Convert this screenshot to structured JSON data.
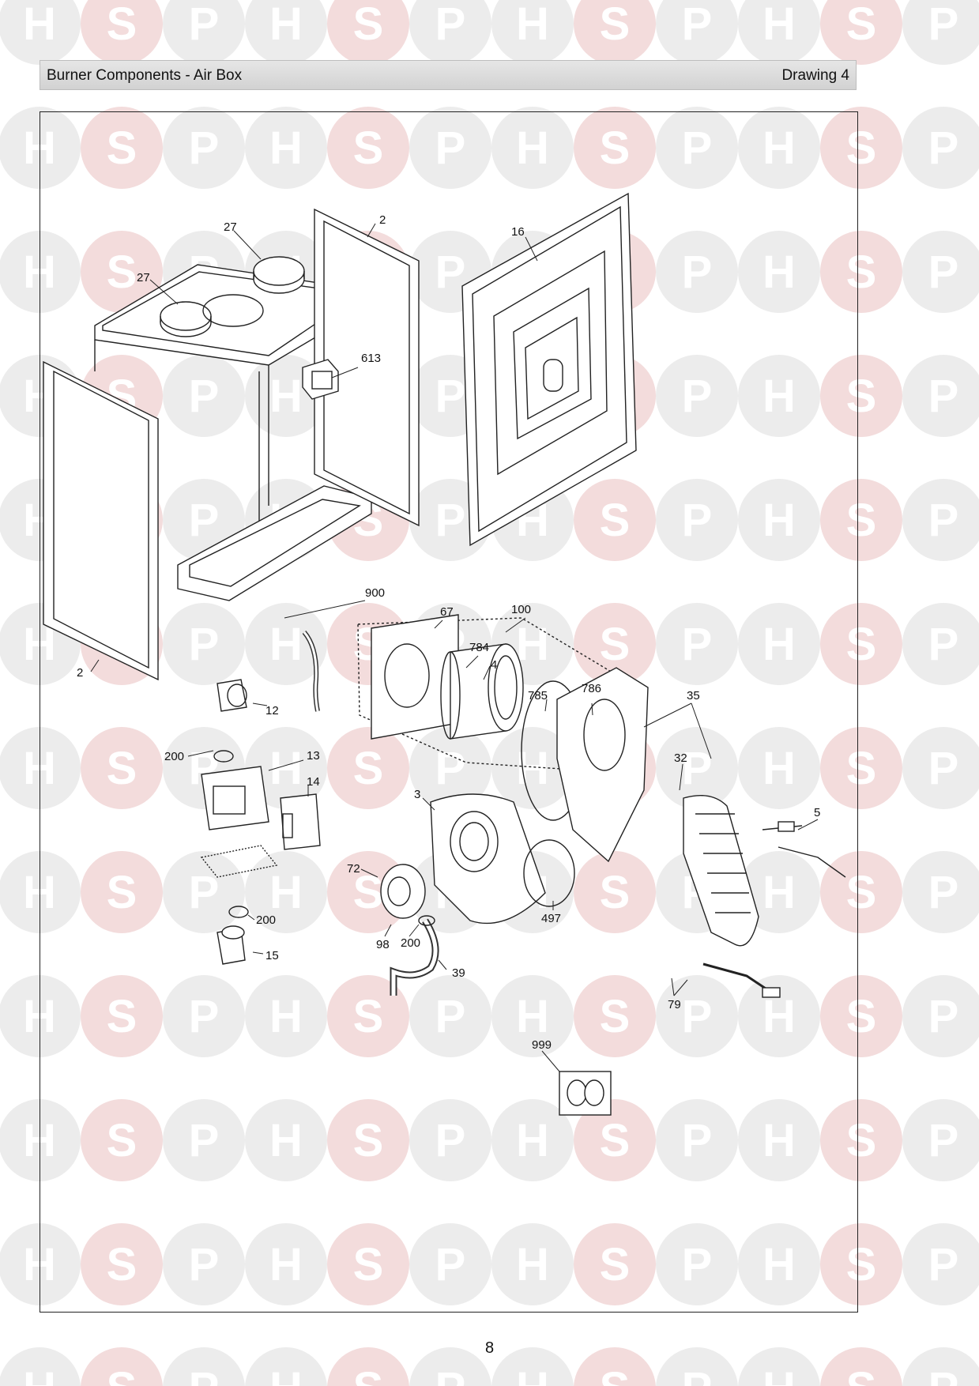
{
  "header": {
    "title": "Burner Components - Air Box",
    "drawing": "Drawing 4"
  },
  "watermark": {
    "letters": [
      "H",
      "S",
      "P"
    ],
    "circle_color": "#ececec",
    "accent_circle_color": "#f3dcdc",
    "letter_color": "#ffffff"
  },
  "callouts": {
    "c2_top": "2",
    "c2_left": "2",
    "c27_a": "27",
    "c27_b": "27",
    "c16": "16",
    "c613": "613",
    "c900": "900",
    "c67": "67",
    "c100": "100",
    "c784": "784",
    "c4": "4",
    "c785": "785",
    "c786": "786",
    "c35": "35",
    "c32": "32",
    "c12": "12",
    "c13": "13",
    "c14": "14",
    "c200_a": "200",
    "c200_b": "200",
    "c200_c": "200",
    "c3": "3",
    "c5": "5",
    "c72": "72",
    "c497": "497",
    "c98": "98",
    "c15": "15",
    "c39": "39",
    "c79": "79",
    "c999": "999"
  },
  "page_number": "8"
}
